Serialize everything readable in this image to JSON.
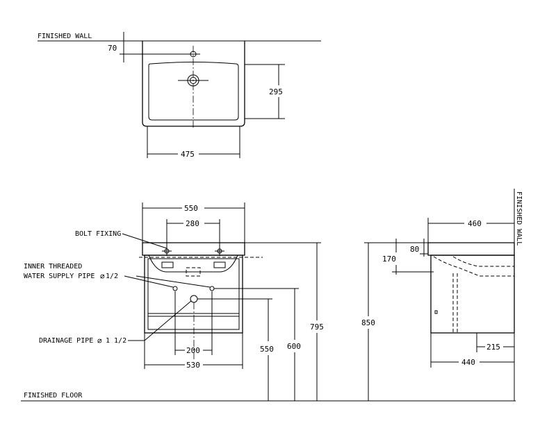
{
  "labels": {
    "finished_wall": "FINISHED WALL",
    "finished_wall_side": "FINISHED WALL",
    "finished_floor": "FINISHED FLOOR",
    "bolt_fixing": "BOLT FIXING",
    "inner_threaded_1": "INNER THREADED",
    "inner_threaded_2": "WATER SUPPLY PIPE",
    "inner_threaded_dim": "1/2",
    "drainage_pipe": "DRAINAGE PIPE",
    "drainage_dim": "1 1/2",
    "dia_symbol": "∅"
  },
  "dims": {
    "d70": "70",
    "d295": "295",
    "d475": "475",
    "d550": "550",
    "d280": "280",
    "d200": "200",
    "d530": "530",
    "d550v": "550",
    "d600": "600",
    "d795": "795",
    "d850": "850",
    "d460": "460",
    "d80": "80",
    "d170": "170",
    "d215": "215",
    "d440": "440"
  }
}
